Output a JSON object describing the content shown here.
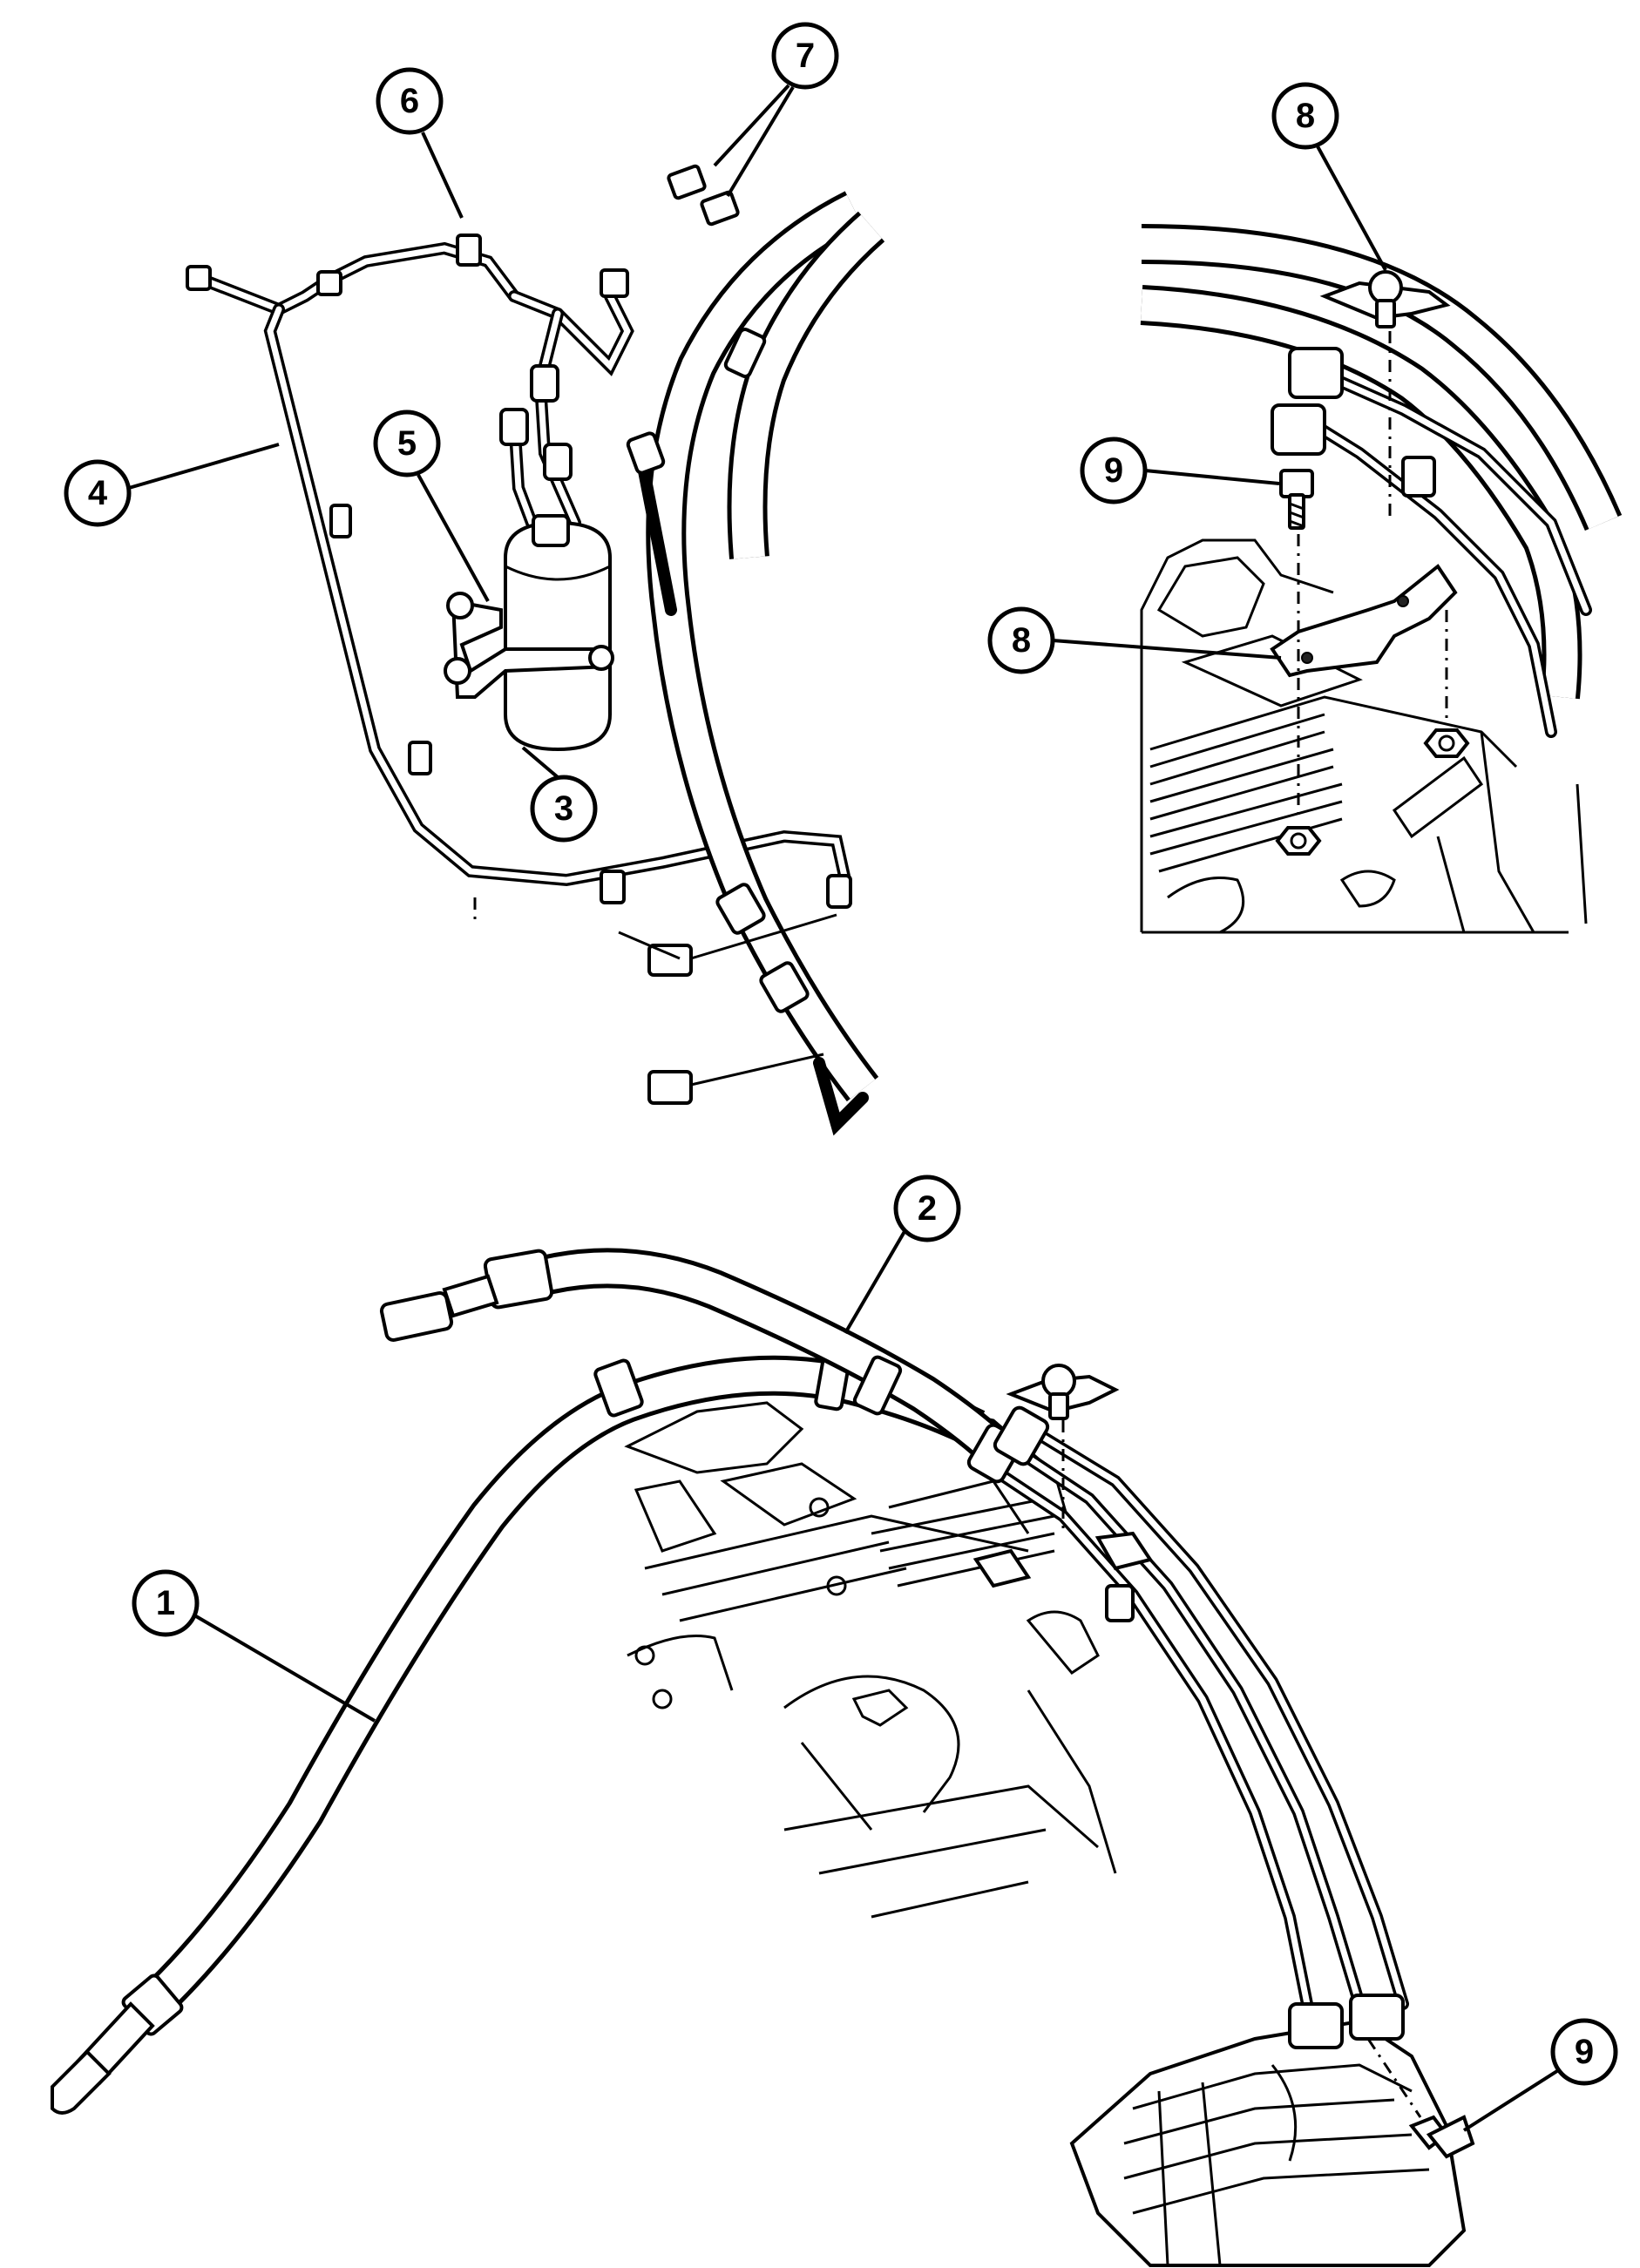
{
  "callouts": [
    {
      "label": "1"
    },
    {
      "label": "2"
    },
    {
      "label": "3"
    },
    {
      "label": "4"
    },
    {
      "label": "5"
    },
    {
      "label": "6"
    },
    {
      "label": "7"
    },
    {
      "label": "8"
    },
    {
      "label": "8"
    },
    {
      "label": "9"
    },
    {
      "label": "9"
    }
  ],
  "colors": {
    "ink": "#000000",
    "paper": "#ffffff"
  }
}
